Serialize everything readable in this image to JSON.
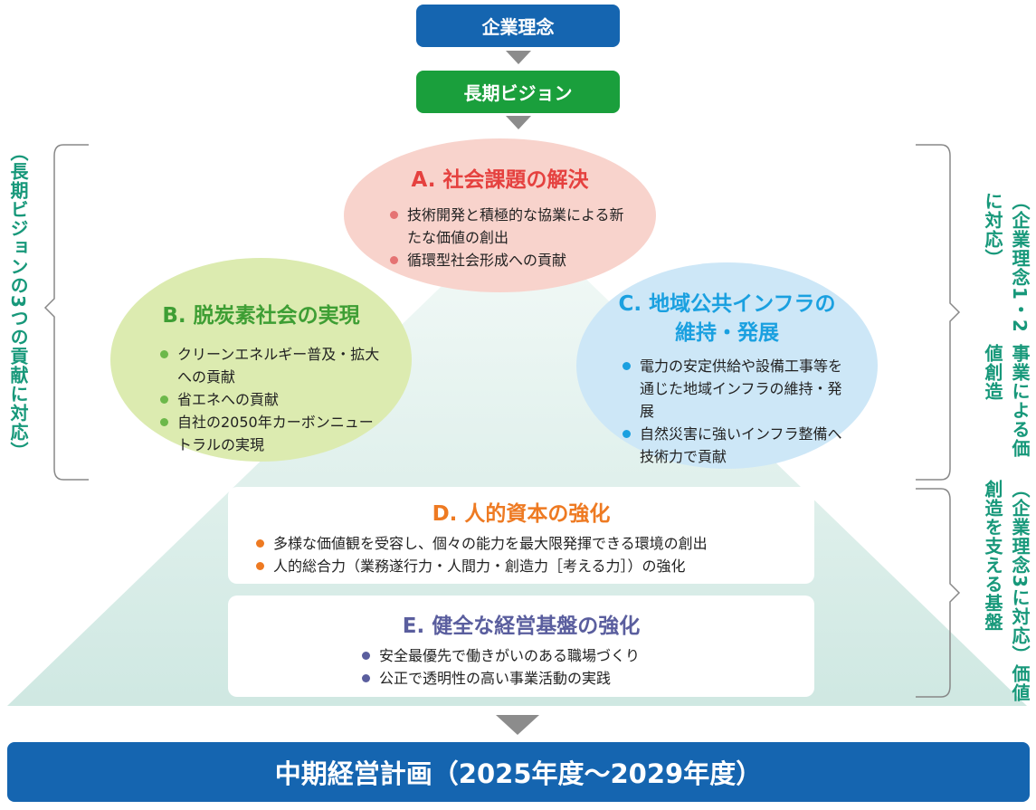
{
  "top": {
    "philosophy": "企業理念",
    "vision": "長期ビジョン"
  },
  "left_label": "（長期ビジョンの3つの貢献に対応）",
  "right_label_1": {
    "line1": "（企業理念1・2に対応）",
    "line2": "事業による価値創造"
  },
  "right_label_2": {
    "line1": "（企業理念3に対応）",
    "line2": "価値創造を支える基盤"
  },
  "a": {
    "title": "A. 社会課題の解決",
    "items": [
      "技術開発と積極的な協業による新たな価値の創出",
      "循環型社会形成への貢献"
    ]
  },
  "b": {
    "title": "B. 脱炭素社会の実現",
    "items": [
      "クリーンエネルギー普及・拡大への貢献",
      "省エネへの貢献",
      "自社の2050年カーボンニュートラルの実現"
    ]
  },
  "c": {
    "title1": "C. 地域公共インフラの",
    "title2": "維持・発展",
    "items": [
      "電力の安定供給や設備工事等を通じた地域インフラの維持・発展",
      "自然災害に強いインフラ整備へ技術力で貢献"
    ]
  },
  "d": {
    "title": "D. 人的資本の強化",
    "items": [
      "多様な価値観を受容し、個々の能力を最大限発揮できる環境の創出",
      "人的総合力（業務遂行力・人間力・創造力［考える力］）の強化"
    ]
  },
  "e": {
    "title": "E. 健全な経営基盤の強化",
    "items": [
      "安全最優先で働きがいのある職場づくり",
      "公正で透明性の高い事業活動の実践"
    ]
  },
  "bottom": "中期経営計画（2025年度～2029年度）",
  "colors": {
    "blue": "#1565b0",
    "green": "#1a9f3c",
    "red": "#e5413f",
    "leaf": "#4aa23a",
    "sky": "#1aa0e0",
    "orange": "#ee7a22",
    "navy": "#5a5e9e"
  }
}
